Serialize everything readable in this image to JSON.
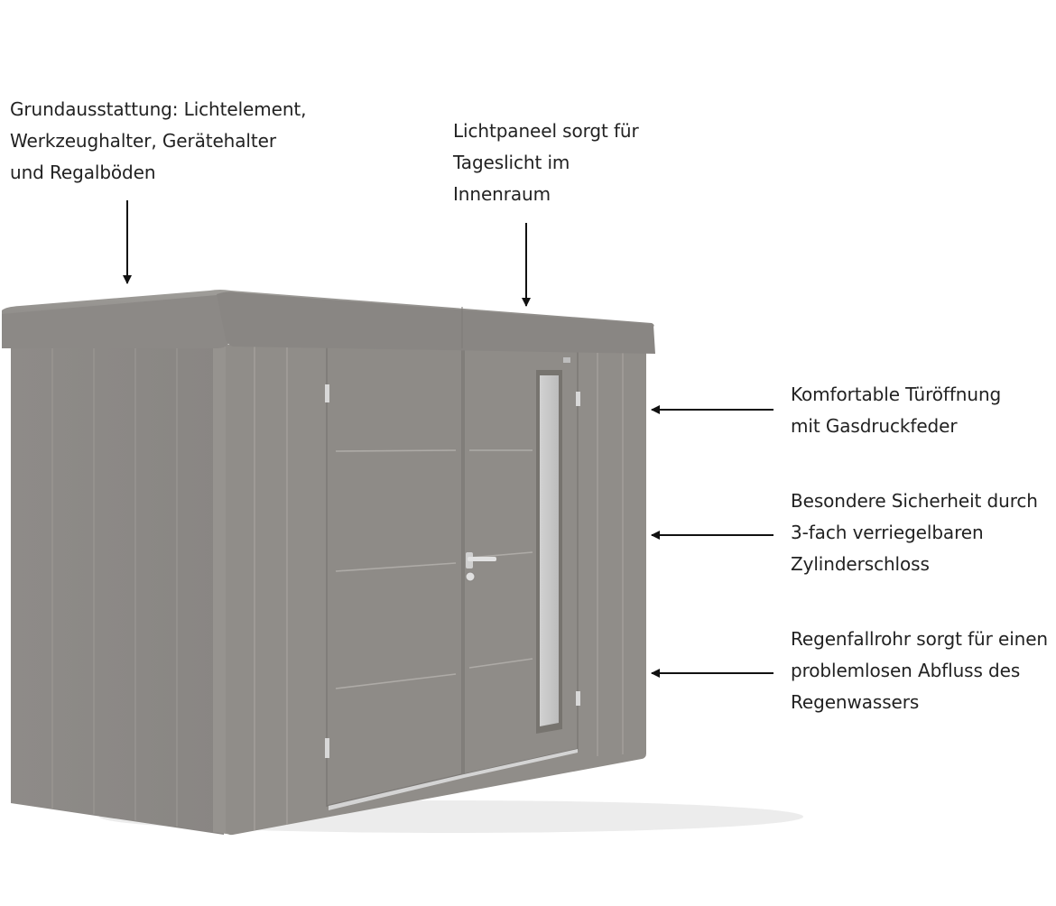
{
  "diagram": {
    "colors": {
      "text": "#222222",
      "arrow": "#111111",
      "shed_body": "#8d8a87",
      "shed_front": "#908d89",
      "shed_side": "#8a8784",
      "roof_top": "#9a9894",
      "roof_fascia": "#878480",
      "door": "#8f8c88",
      "panel_line": "#a9a6a2",
      "window_frame": "#7a7774",
      "window_glass": "#c6c6c6",
      "floor_shadow": "#d9d9d9"
    },
    "annotations": [
      {
        "id": "basic-equipment",
        "lines": [
          "Grundausstattung: Lichtelement,",
          "Werkzeughalter, Gerätehalter",
          "und Regalböden"
        ],
        "arrow_direction": "down"
      },
      {
        "id": "light-panel",
        "lines": [
          "Lichtpaneel sorgt für",
          "Tageslicht im",
          "Innenraum"
        ],
        "arrow_direction": "down"
      },
      {
        "id": "door-opening",
        "lines": [
          "Komfortable Türöffnung",
          "mit Gasdruckfeder"
        ],
        "arrow_direction": "left"
      },
      {
        "id": "security-lock",
        "lines": [
          "Besondere Sicherheit durch",
          "3-fach verriegelbaren",
          "Zylinderschloss"
        ],
        "arrow_direction": "left"
      },
      {
        "id": "rain-gutter",
        "lines": [
          "Regenfallrohr sorgt für einen",
          "problemlosen Abfluss des",
          "Regenwassers"
        ],
        "arrow_direction": "left"
      }
    ]
  }
}
